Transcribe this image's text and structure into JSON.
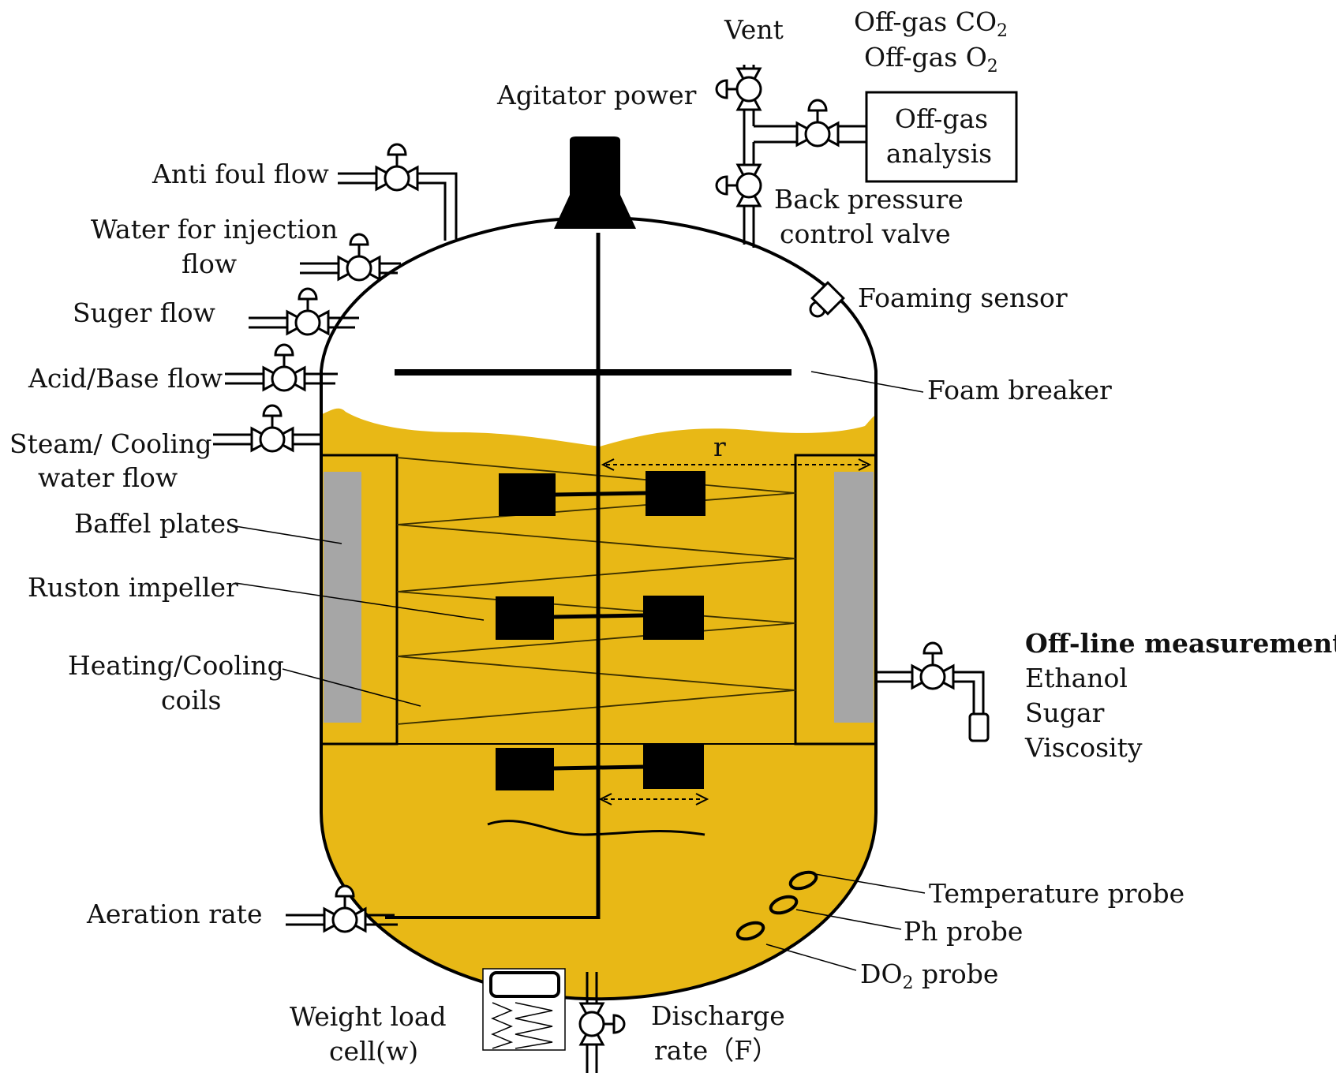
{
  "colors": {
    "liquid": "#E8B816",
    "baffle": "#A6A6A6",
    "line": "#000000",
    "background": "#FFFFFF"
  },
  "labels": {
    "vent": "Vent",
    "offgas_co2": "Off-gas CO",
    "offgas_co2_sub": "2",
    "offgas_o2": "Off-gas O",
    "offgas_o2_sub": "2",
    "agitator_power": "Agitator power",
    "offgas_analysis_line1": "Off-gas",
    "offgas_analysis_line2": "analysis",
    "back_pressure_line1": "Back pressure",
    "back_pressure_line2": "control valve",
    "foaming_sensor": "Foaming sensor",
    "foam_breaker": "Foam breaker",
    "anti_foul_flow": "Anti foul flow",
    "wfi_line1": "Water for injection",
    "wfi_line2": "flow",
    "suger_flow": "Suger flow",
    "acid_base_flow": "Acid/Base flow",
    "steam_line1": "Steam/ Cooling",
    "steam_line2": "water flow",
    "baffel_plates": "Baffel plates",
    "ruston_impeller": "Ruston impeller",
    "heating_line1": "Heating/Cooling",
    "heating_line2": "coils",
    "radius": "r",
    "offline_title": "Off-line measurements",
    "offline_items": [
      "Ethanol",
      "Sugar",
      "Viscosity"
    ],
    "aeration_rate": "Aeration rate",
    "temperature_probe": "Temperature probe",
    "ph_probe": "Ph probe",
    "do2_prefix": "DO",
    "do2_sub": "2",
    "do2_suffix": " probe",
    "weight_line1": "Weight load",
    "weight_line2": "cell(w)",
    "discharge_line1": "Discharge",
    "discharge_line2": "rate（F）"
  }
}
